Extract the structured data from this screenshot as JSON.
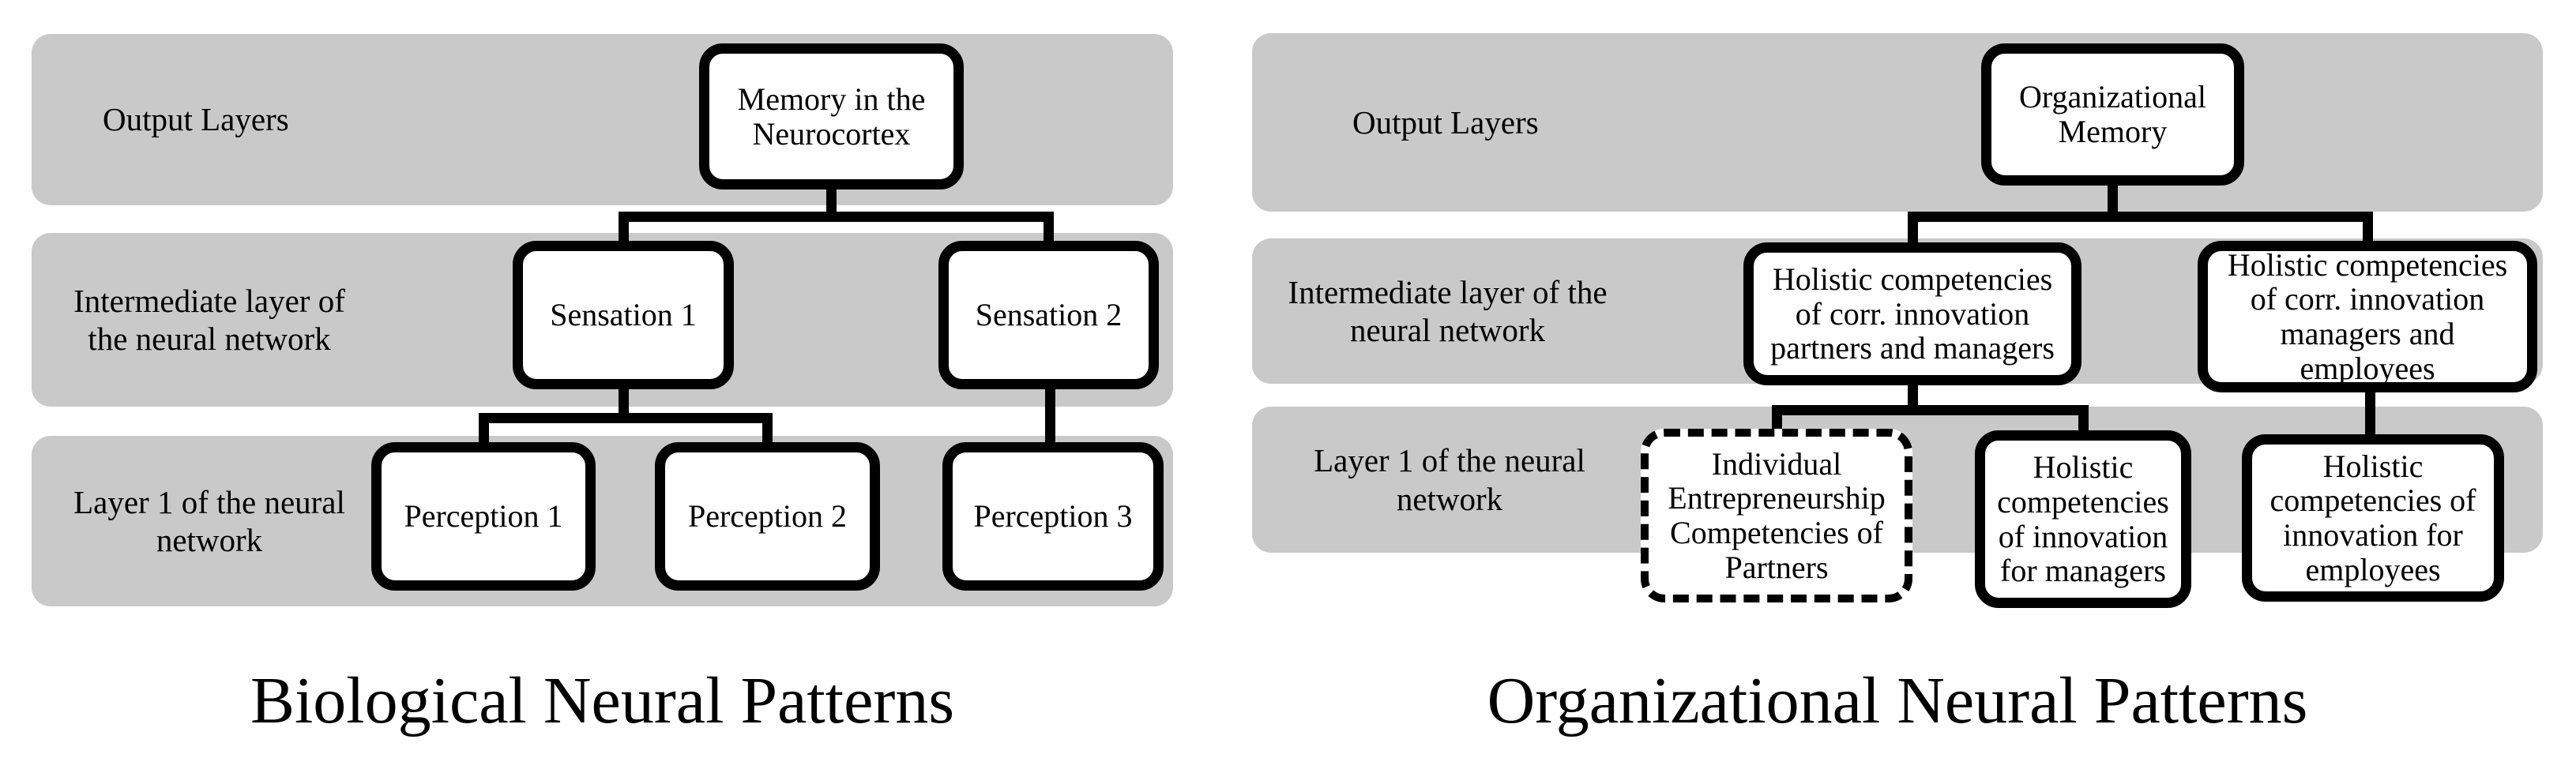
{
  "colors": {
    "band_gray": "#c9c9c9",
    "node_fill": "#ffffff",
    "node_border": "#000000",
    "text": "#000000"
  },
  "left_diagram": {
    "title": "Biological Neural Patterns",
    "bands": [
      {
        "label": "Output Layers"
      },
      {
        "label": "Intermediate layer of\nthe neural network"
      },
      {
        "label": "Layer 1 of the neural\nnetwork"
      }
    ],
    "nodes": {
      "memory": "Memory in the\nNeurocortex",
      "sensation1": "Sensation 1",
      "sensation2": "Sensation 2",
      "perception1": "Perception 1",
      "perception2": "Perception 2",
      "perception3": "Perception 3"
    }
  },
  "right_diagram": {
    "title": "Organizational Neural Patterns",
    "bands": [
      {
        "label": "Output Layers"
      },
      {
        "label": "Intermediate layer of the\nneural network"
      },
      {
        "label": "Layer 1 of the neural\nnetwork"
      }
    ],
    "nodes": {
      "org_memory": "Organizational\nMemory",
      "intermediate_partners_managers": "Holistic competencies\nof corr. innovation\npartners and managers",
      "intermediate_managers_employees": "Holistic competencies\nof corr. innovation\nmanagers and\nemployees",
      "individual_entrepreneurship": "Individual\nEntrepreneurship\nCompetencies of\nPartners",
      "innovation_managers": "Holistic\ncompetencies\nof innovation\nfor managers",
      "innovation_employees": "Holistic\ncompetencies of\ninnovation for\nemployees"
    }
  }
}
